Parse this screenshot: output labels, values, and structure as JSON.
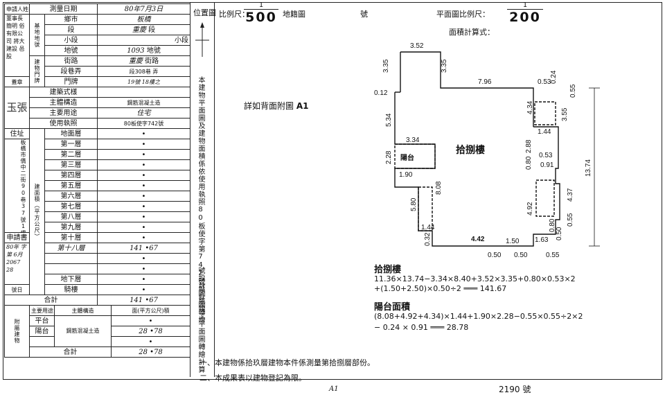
{
  "form": {
    "applicant_label": "申請人姓名",
    "survey_date_label": "測量日期",
    "survey_date": "80年7月3日",
    "applicant_names": "董事長 簡明 俗有限公司 將大建設 邑 股",
    "seal_label": "蓋章",
    "seal_text": "玉張",
    "land_label": "基地地號",
    "township_label": "鄉市",
    "township": "板橋",
    "section_label": "段",
    "section": "重慶",
    "section_suffix": "段",
    "subsection_label": "小段",
    "subsection_suffix": "小段",
    "landno_label": "地號",
    "landno": "1093",
    "landno_suffix": "地號",
    "door_label": "建物門牌",
    "street_label": "街路",
    "street": "重慶",
    "street_suffix": "街路",
    "lane_label": "段巷弄",
    "lane": "段308巷",
    "lane_suffix": "弄",
    "door_no_label": "門牌",
    "door_no": "19號 18樓之",
    "building_style_label": "建築式樣",
    "main_structure_label": "主體構造",
    "main_structure": "鋼筋混凝土造",
    "main_use_label": "主要用途",
    "main_use": "住宅",
    "license_label": "使用執照",
    "license": "80板使字742號",
    "address_label": "住址",
    "address": "板橋市僑中二街90巷37號1樓",
    "area_label": "建面積（平方公尺）",
    "floors": [
      {
        "name": "地面層",
        "value": "•"
      },
      {
        "name": "第一層",
        "value": "•"
      },
      {
        "name": "第二層",
        "value": "•"
      },
      {
        "name": "第三層",
        "value": "•"
      },
      {
        "name": "第四層",
        "value": "•"
      },
      {
        "name": "第五層",
        "value": "•"
      },
      {
        "name": "第六層",
        "value": "•"
      },
      {
        "name": "第七層",
        "value": "•"
      },
      {
        "name": "第八層",
        "value": "•"
      },
      {
        "name": "第九層",
        "value": "•"
      },
      {
        "name": "第十層",
        "value": "•"
      },
      {
        "name": "第十八層",
        "value": "141 •67"
      },
      {
        "name": "",
        "value": "•"
      },
      {
        "name": "",
        "value": "•"
      },
      {
        "name": "地下層",
        "value": "•"
      },
      {
        "name": "騎樓",
        "value": "•"
      }
    ],
    "apply_label": "申請書",
    "apply_no_label": "字第",
    "apply_no_year": "80年",
    "apply_no_month": "6月",
    "apply_no_num": "2067",
    "apply_no_day": "28",
    "apply_suffix_label": "號日",
    "total_label": "合計",
    "total_value": "141 •67",
    "attach_label": "附屬建物",
    "attach_headers": [
      "主要用途",
      "主體構造",
      "面(平方公尺)積"
    ],
    "attach_rows": [
      {
        "use": "平台",
        "structure": "鋼筋混凝土造",
        "area": "•"
      },
      {
        "use": "陽台",
        "structure": "",
        "area": "28 •78"
      },
      {
        "use": "",
        "structure": "",
        "area": "•"
      }
    ],
    "attach_total_label": "合計",
    "attach_total": "28 •78"
  },
  "sheet": {
    "location_label": "位置圖",
    "scale_label": "比例尺：",
    "scale_left_num": "1",
    "scale_left_den": "500",
    "land_sheet_label": "地籍圖",
    "sheet_no_label": "號",
    "plan_scale_label": "平面圖比例尺：",
    "plan_scale_num": "1",
    "plan_scale_den": "200",
    "area_formula_label": "面積計算式：",
    "note_vertical": "本建物平面圖及建物面積係依使用執照80板使字第742號設計圖轉繪",
    "note_vertical2": "號設計圖或竣工平面圖轉繪計算",
    "see_back": "詳如背面附圖",
    "see_back_ref": "A1",
    "floor_title": "拾捌樓",
    "floor_calc_1": "11.36×13.74−3.34×8.40+3.52×3.35+0.80×0.53×2",
    "floor_calc_2": "+(1.50+2.50)×0.50÷2 ═══ 141.67",
    "balcony_title": "陽台面積",
    "balcony_calc_1": "(8.08+4.92+4.34)×1.44+1.90×2.28−0.55×0.55÷2×2",
    "balcony_calc_2": "− 0.24 × 0.91 ═══ 28.78",
    "footnote_1": "一、本建物係拾玖層建物本件係測量第拾捌層部份。",
    "footnote_2": "二、本成果表以建物登記為限。",
    "bottom_left": "A1",
    "bottom_right": "2190 號"
  },
  "plan": {
    "room_label": "拾捌樓",
    "balcony_label": "陽台",
    "dims": [
      "3.52",
      "3.35",
      "3.35",
      "7.96",
      "0.53",
      "0.24",
      "0.55",
      "0.12",
      "5.34",
      "4.34",
      "3.55",
      "1.44",
      "3.34",
      "2.28",
      "2.88",
      "0.53",
      "0.80",
      "0.91",
      "13.74",
      "1.90",
      "8.08",
      "5.80",
      "4.92",
      "4.37",
      "1.44",
      "0.32",
      "4.42",
      "1.50",
      "1.63",
      "0.80",
      "0.50",
      "0.55",
      "0.50",
      "0.50",
      "0.55"
    ]
  }
}
